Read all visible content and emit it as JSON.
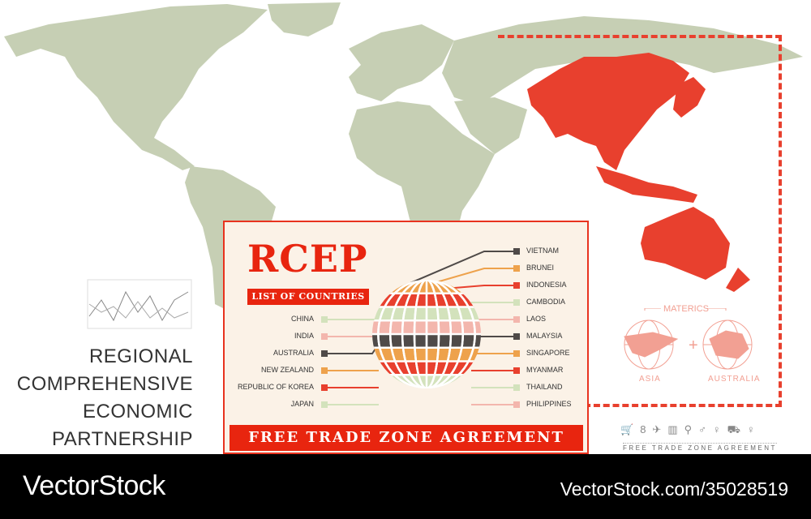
{
  "title": "RCEP",
  "subtitle": "LIST OF COUNTRIES",
  "left_heading": [
    "REGIONAL",
    "COMPREHENSIVE",
    "ECONOMIC",
    "PARTNERSHIP"
  ],
  "footer": "FREE TRADE ZONE AGREEMENT",
  "countries_left": [
    {
      "name": "CHINA",
      "color": "#d3e2bc"
    },
    {
      "name": "INDIA",
      "color": "#f3b6ad"
    },
    {
      "name": "AUSTRALIA",
      "color": "#4f4a48"
    },
    {
      "name": "NEW ZEALAND",
      "color": "#eea24c"
    },
    {
      "name": "REPUBLIC OF KOREA",
      "color": "#e8402e"
    },
    {
      "name": "JAPAN",
      "color": "#d3e2bc"
    }
  ],
  "countries_right": [
    {
      "name": "VIETNAM",
      "color": "#4f4a48"
    },
    {
      "name": "BRUNEI",
      "color": "#eea24c"
    },
    {
      "name": "INDONESIA",
      "color": "#e8402e"
    },
    {
      "name": "CAMBODIA",
      "color": "#d3e2bc"
    },
    {
      "name": "LAOS",
      "color": "#f3b6ad"
    },
    {
      "name": "MALAYSIA",
      "color": "#4f4a48"
    },
    {
      "name": "SINGAPORE",
      "color": "#eea24c"
    },
    {
      "name": "MYANMAR",
      "color": "#e8402e"
    },
    {
      "name": "THAILAND",
      "color": "#d3e2bc"
    },
    {
      "name": "PHILIPPINES",
      "color": "#f3b6ad"
    }
  ],
  "materics": {
    "label": "MATERICS",
    "asia": "ASIA",
    "australia": "AUSTRALIA",
    "plus": "+"
  },
  "icon_strip": [
    "cart-icon",
    "bottle-icon",
    "plane-icon",
    "chart-icon",
    "pin-icon",
    "man-icon",
    "female-icon",
    "car-icon",
    "woman-icon"
  ],
  "icon_strip_caption": "FREE TRADE ZONE AGREEMENT",
  "watermark": {
    "brand": "VectorStock",
    "id": "VectorStock.com/35028519"
  },
  "colors": {
    "land": "#c6cfb4",
    "highlight": "#e8402e",
    "accent": "#e8250f",
    "card_bg": "#fbf2e7"
  }
}
